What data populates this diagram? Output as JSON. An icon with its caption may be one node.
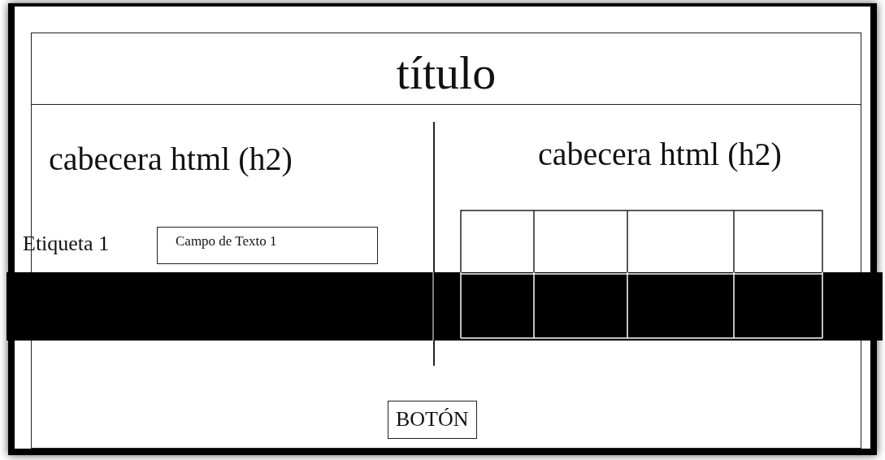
{
  "diagram": {
    "title": "título",
    "nodes": [
      {
        "text": [
          "Campo de Texto 1"
        ]
      },
      {
        "text": [
          "BOTÓN"
        ]
      }
    ],
    "labels": [
      "cabecera html (h2)",
      "cabecera html (h2)",
      "Etiqueta 1"
    ]
  }
}
